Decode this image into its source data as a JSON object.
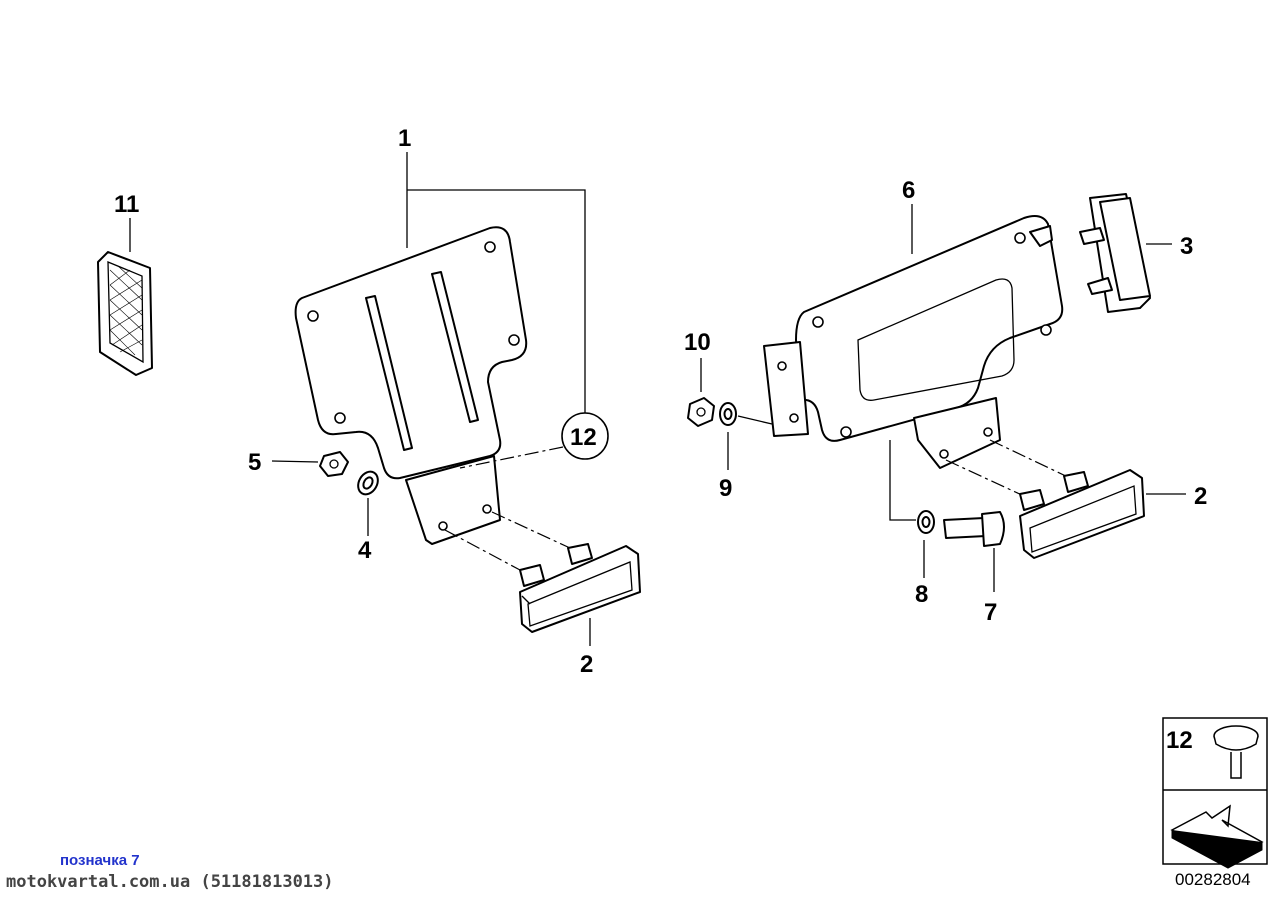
{
  "diagram": {
    "callouts": [
      {
        "id": "c1",
        "label": "1"
      },
      {
        "id": "c2a",
        "label": "2"
      },
      {
        "id": "c2b",
        "label": "2"
      },
      {
        "id": "c3",
        "label": "3"
      },
      {
        "id": "c4",
        "label": "4"
      },
      {
        "id": "c5",
        "label": "5"
      },
      {
        "id": "c6",
        "label": "6"
      },
      {
        "id": "c7",
        "label": "7"
      },
      {
        "id": "c8",
        "label": "8"
      },
      {
        "id": "c9",
        "label": "9"
      },
      {
        "id": "c10",
        "label": "10"
      },
      {
        "id": "c11",
        "label": "11"
      },
      {
        "id": "c12",
        "label": "12"
      }
    ],
    "legend": {
      "number": "12"
    },
    "drawing_number": "00282804"
  },
  "footer": {
    "note": "позначка 7",
    "site": "motokvartal.com.ua (51181813013)"
  }
}
